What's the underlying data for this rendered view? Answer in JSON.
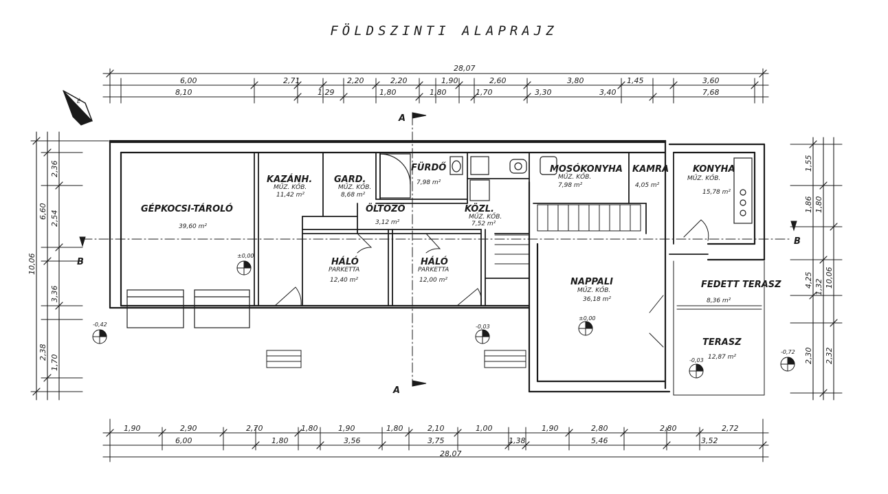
{
  "title": "FÖLDSZINTI ALAPRAJZ",
  "top_dims": {
    "total": "28,07",
    "row1": [
      "6,00",
      "2,71",
      "2,20",
      "2,20",
      "1,90",
      "2,60",
      "3,80",
      "1,45",
      "3,60"
    ],
    "row2": [
      "8,10",
      "1,29",
      "1,80",
      "1,80",
      "1,70",
      "3,30",
      "3,40",
      "7,68"
    ]
  },
  "bottom_dims": {
    "total": "28,07",
    "row1": [
      "1,90",
      "2,90",
      "2,70",
      "1,80",
      "1,90",
      "1,80",
      "2,10",
      "1,00",
      "1,90",
      "2,80",
      "2,80",
      "2,72"
    ],
    "row2": [
      "6,00",
      "1,80",
      "3,56",
      "3,75",
      "1,38",
      "5,46",
      "3,52"
    ]
  },
  "left_dims": [
    "10,06",
    "6,60",
    "2,54",
    "2,36",
    "3,36",
    "2,38",
    "1,70"
  ],
  "right_dims": [
    "1,55",
    "1,86",
    "1,80",
    "4,25",
    "1,32",
    "10,06",
    "2,30",
    "2,32"
  ],
  "rooms": [
    {
      "name": "GÉPKOCSI-TÁROLÓ",
      "sub": "",
      "area": "39,60 m²"
    },
    {
      "name": "KAZÁNH.",
      "sub": "MŰZ. KŐB.",
      "area": "11,42 m²"
    },
    {
      "name": "GARD.",
      "sub": "MŰZ. KŐB.",
      "area": "8,68 m²"
    },
    {
      "name": "FÜRDŐ",
      "sub": "",
      "area": "7,98 m²"
    },
    {
      "name": "MOSÓKONYHA",
      "sub": "MŰZ. KŐB.",
      "area": "7,98 m²"
    },
    {
      "name": "KAMRA",
      "sub": "",
      "area": "4,05 m²"
    },
    {
      "name": "KONYHA",
      "sub": "MŰZ. KŐB.",
      "area": "15,78 m²"
    },
    {
      "name": "ÖLTÖZŐ",
      "sub": "",
      "area": "3,12 m²"
    },
    {
      "name": "KÖZL.",
      "sub": "MŰZ. KŐB.",
      "area": "7,52 m²"
    },
    {
      "name": "HÁLÓ",
      "sub": "PARKETTA",
      "area": "12,40 m²"
    },
    {
      "name": "HÁLÓ",
      "sub": "PARKETTA",
      "area": "12,00 m²"
    },
    {
      "name": "NAPPALI",
      "sub": "MŰZ. KŐB.",
      "area": "36,18 m²"
    },
    {
      "name": "FEDETT TERASZ",
      "sub": "",
      "area": "8,36 m²"
    },
    {
      "name": "TERASZ",
      "sub": "",
      "area": "12,87 m²"
    }
  ],
  "level_marks": [
    "±0,00",
    "-0,42",
    "-0,03",
    "±0,00",
    "-0,03",
    "-0,72"
  ],
  "section_marks": {
    "a": "A",
    "b": "B"
  },
  "north_label": "É",
  "colors": {
    "ink": "#1a1a1a",
    "paper": "#ffffff"
  }
}
